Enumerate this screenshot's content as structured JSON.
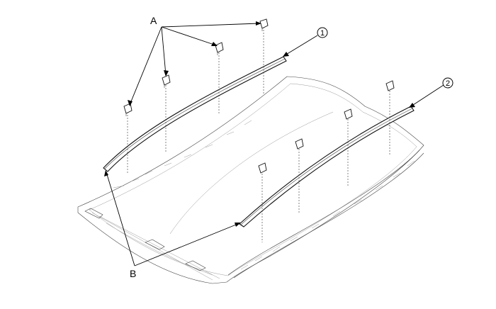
{
  "labels": {
    "clip_label": "A",
    "moulding_label": "B",
    "callout_1": "1",
    "callout_2": "2"
  }
}
